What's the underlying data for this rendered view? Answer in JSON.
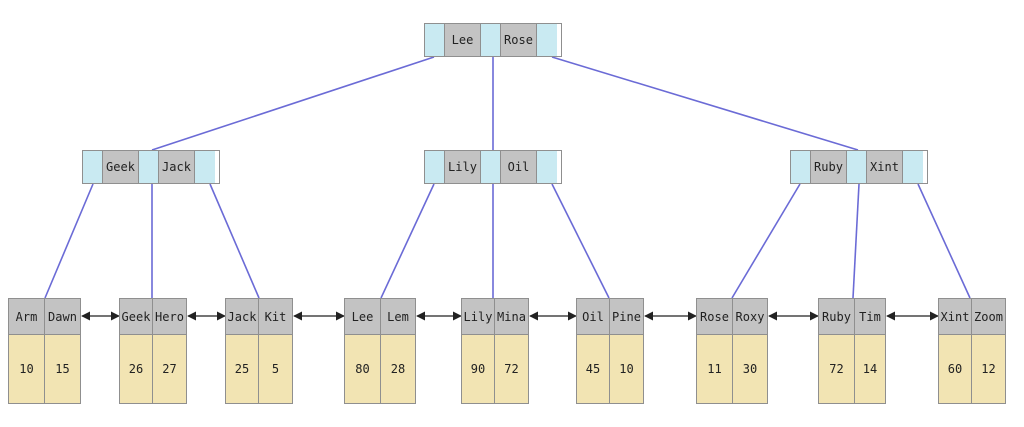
{
  "root": {
    "keys": [
      "Lee",
      "Rose"
    ]
  },
  "internal": [
    {
      "keys": [
        "Geek",
        "Jack"
      ]
    },
    {
      "keys": [
        "Lily",
        "Oil"
      ]
    },
    {
      "keys": [
        "Ruby",
        "Xint"
      ]
    }
  ],
  "leaves": [
    {
      "keys": [
        "Arm",
        "Dawn"
      ],
      "values": [
        "10",
        "15"
      ]
    },
    {
      "keys": [
        "Geek",
        "Hero"
      ],
      "values": [
        "26",
        "27"
      ]
    },
    {
      "keys": [
        "Jack",
        "Kit"
      ],
      "values": [
        "25",
        "5"
      ]
    },
    {
      "keys": [
        "Lee",
        "Lem"
      ],
      "values": [
        "80",
        "28"
      ]
    },
    {
      "keys": [
        "Lily",
        "Mina"
      ],
      "values": [
        "90",
        "72"
      ]
    },
    {
      "keys": [
        "Oil",
        "Pine"
      ],
      "values": [
        "45",
        "10"
      ]
    },
    {
      "keys": [
        "Rose",
        "Roxy"
      ],
      "values": [
        "11",
        "30"
      ]
    },
    {
      "keys": [
        "Ruby",
        "Tim"
      ],
      "values": [
        "72",
        "14"
      ]
    },
    {
      "keys": [
        "Xint",
        "Zoom"
      ],
      "values": [
        "60",
        "12"
      ]
    }
  ],
  "colors": {
    "pointer": "#c9eaf2",
    "key": "#c3c3c3",
    "value": "#f2e4b3",
    "edge": "#6b6bd6",
    "link": "#222222"
  }
}
